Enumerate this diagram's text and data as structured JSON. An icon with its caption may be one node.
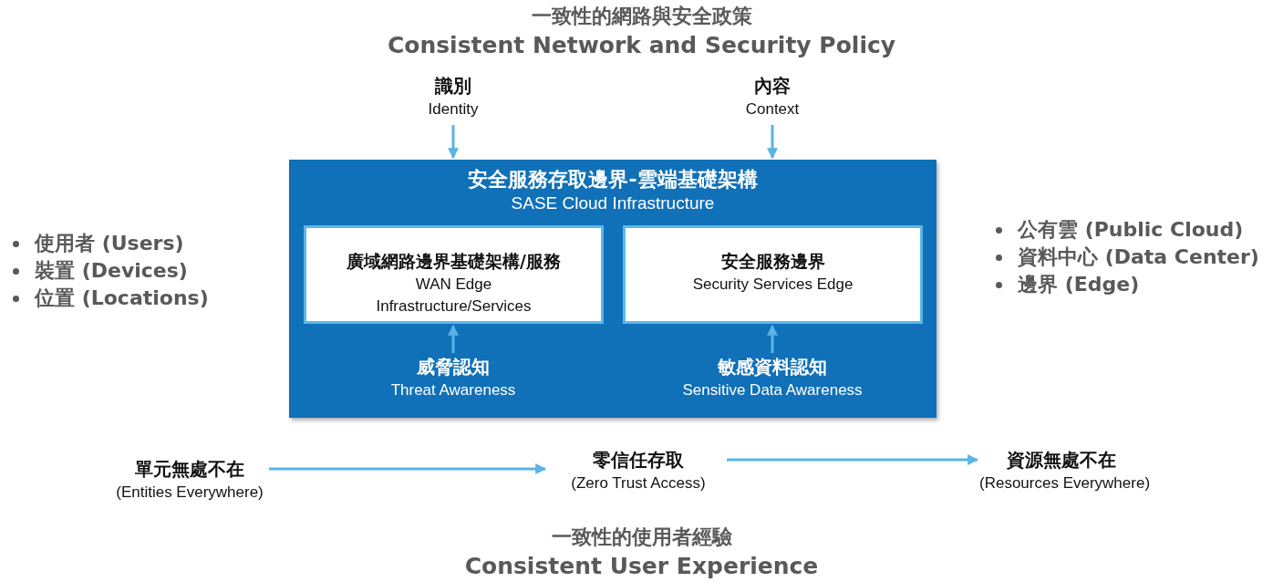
{
  "diagram": {
    "title": "一致性的網路與安全政策 Consistent Network and Security Policy",
    "caption": "一致性的使用者經驗 Consistent User Experience",
    "nodes": [
      {
        "text": [
          "識別",
          "Identity"
        ]
      },
      {
        "text": [
          "內容",
          "Context"
        ]
      },
      {
        "text": [
          "安全服務存取邊界-雲端基礎架構",
          "SASE Cloud Infrastructure"
        ]
      },
      {
        "text": [
          "廣域網路邊界基礎架構/服務",
          "WAN Edge Infrastructure/Services"
        ],
        "in": 2
      },
      {
        "text": [
          "安全服務邊界",
          "Security Services Edge"
        ],
        "in": 2
      },
      {
        "text": [
          "威脅認知",
          "Threat Awareness"
        ],
        "in": 2
      },
      {
        "text": [
          "敏感資料認知",
          "Sensitive Data Awareness"
        ],
        "in": 2
      },
      {
        "text": [
          "單元無處不在",
          "(Entities Everywhere)"
        ]
      },
      {
        "text": [
          "零信任存取",
          "(Zero Trust Access)"
        ]
      },
      {
        "text": [
          "資源無處不在",
          "(Resources Everywhere)"
        ]
      }
    ],
    "edges": [
      {
        "from": 0,
        "to": 2,
        "arrow": "to"
      },
      {
        "from": 1,
        "to": 2,
        "arrow": "to"
      },
      {
        "from": 5,
        "to": 3,
        "arrow": "to"
      },
      {
        "from": 6,
        "to": 4,
        "arrow": "to"
      },
      {
        "from": 7,
        "to": 8,
        "arrow": "to"
      },
      {
        "from": 8,
        "to": 9,
        "arrow": "to"
      }
    ],
    "labels": [
      "使用者 (Users)",
      "裝置 (Devices)",
      "位置 (Locations)",
      "公有雲 (Public Cloud)",
      "資料中心 (Data Center)",
      "邊界 (Edge)"
    ]
  }
}
